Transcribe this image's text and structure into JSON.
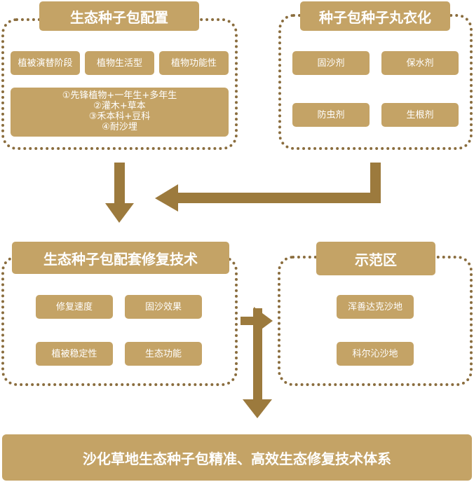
{
  "left_top": {
    "title": "生态种子包配置",
    "items": [
      "植被演替阶段",
      "植物生活型",
      "植物功能性"
    ],
    "details": [
      "①先锋植物+一年生+多年生",
      "②灌木+草本",
      "③禾本科+豆科",
      "④耐沙埋"
    ]
  },
  "right_top": {
    "title": "种子包种子丸衣化",
    "items": [
      "固沙剂",
      "保水剂",
      "防虫剂",
      "生根剂"
    ]
  },
  "left_mid": {
    "title": "生态种子包配套修复技术",
    "items": [
      "修复速度",
      "固沙效果",
      "植被稳定性",
      "生态功能"
    ]
  },
  "right_mid": {
    "title": "示范区",
    "items": [
      "浑善达克沙地",
      "科尔沁沙地"
    ]
  },
  "bottom": {
    "title": "沙化草地生态种子包精准、高效生态修复技术体系"
  },
  "colors": {
    "box": "#c4a366",
    "arrow": "#9c7a3d",
    "dots": "#8a6d3e"
  }
}
